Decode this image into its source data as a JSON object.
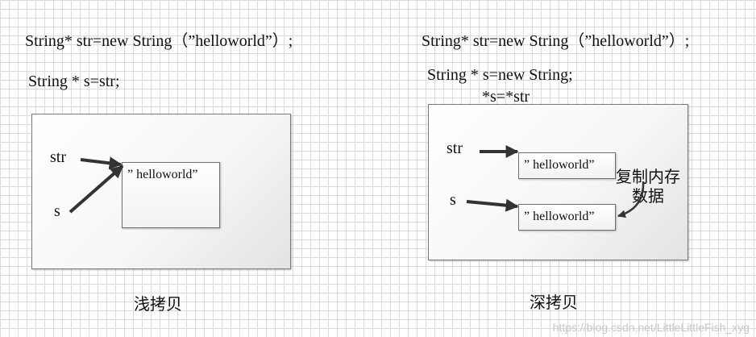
{
  "shallow": {
    "line1": "String* str=new String（”helloworld”）;",
    "line2": "String * s=str;",
    "var_str": "str",
    "var_s": "s",
    "box_text": "” helloworld”",
    "caption": "浅拷贝"
  },
  "deep": {
    "line1": "String* str=new String（”helloworld”）;",
    "line2": "String * s=new String;",
    "line3": "*s=*str",
    "var_str": "str",
    "var_s": "s",
    "box1_text": "” helloworld”",
    "box2_text": "” helloworld”",
    "note_line1": "复制内存",
    "note_line2": "数据",
    "caption": "深拷贝"
  },
  "watermark": "https://blog.csdn.net/LittleLittleFish_xyg"
}
